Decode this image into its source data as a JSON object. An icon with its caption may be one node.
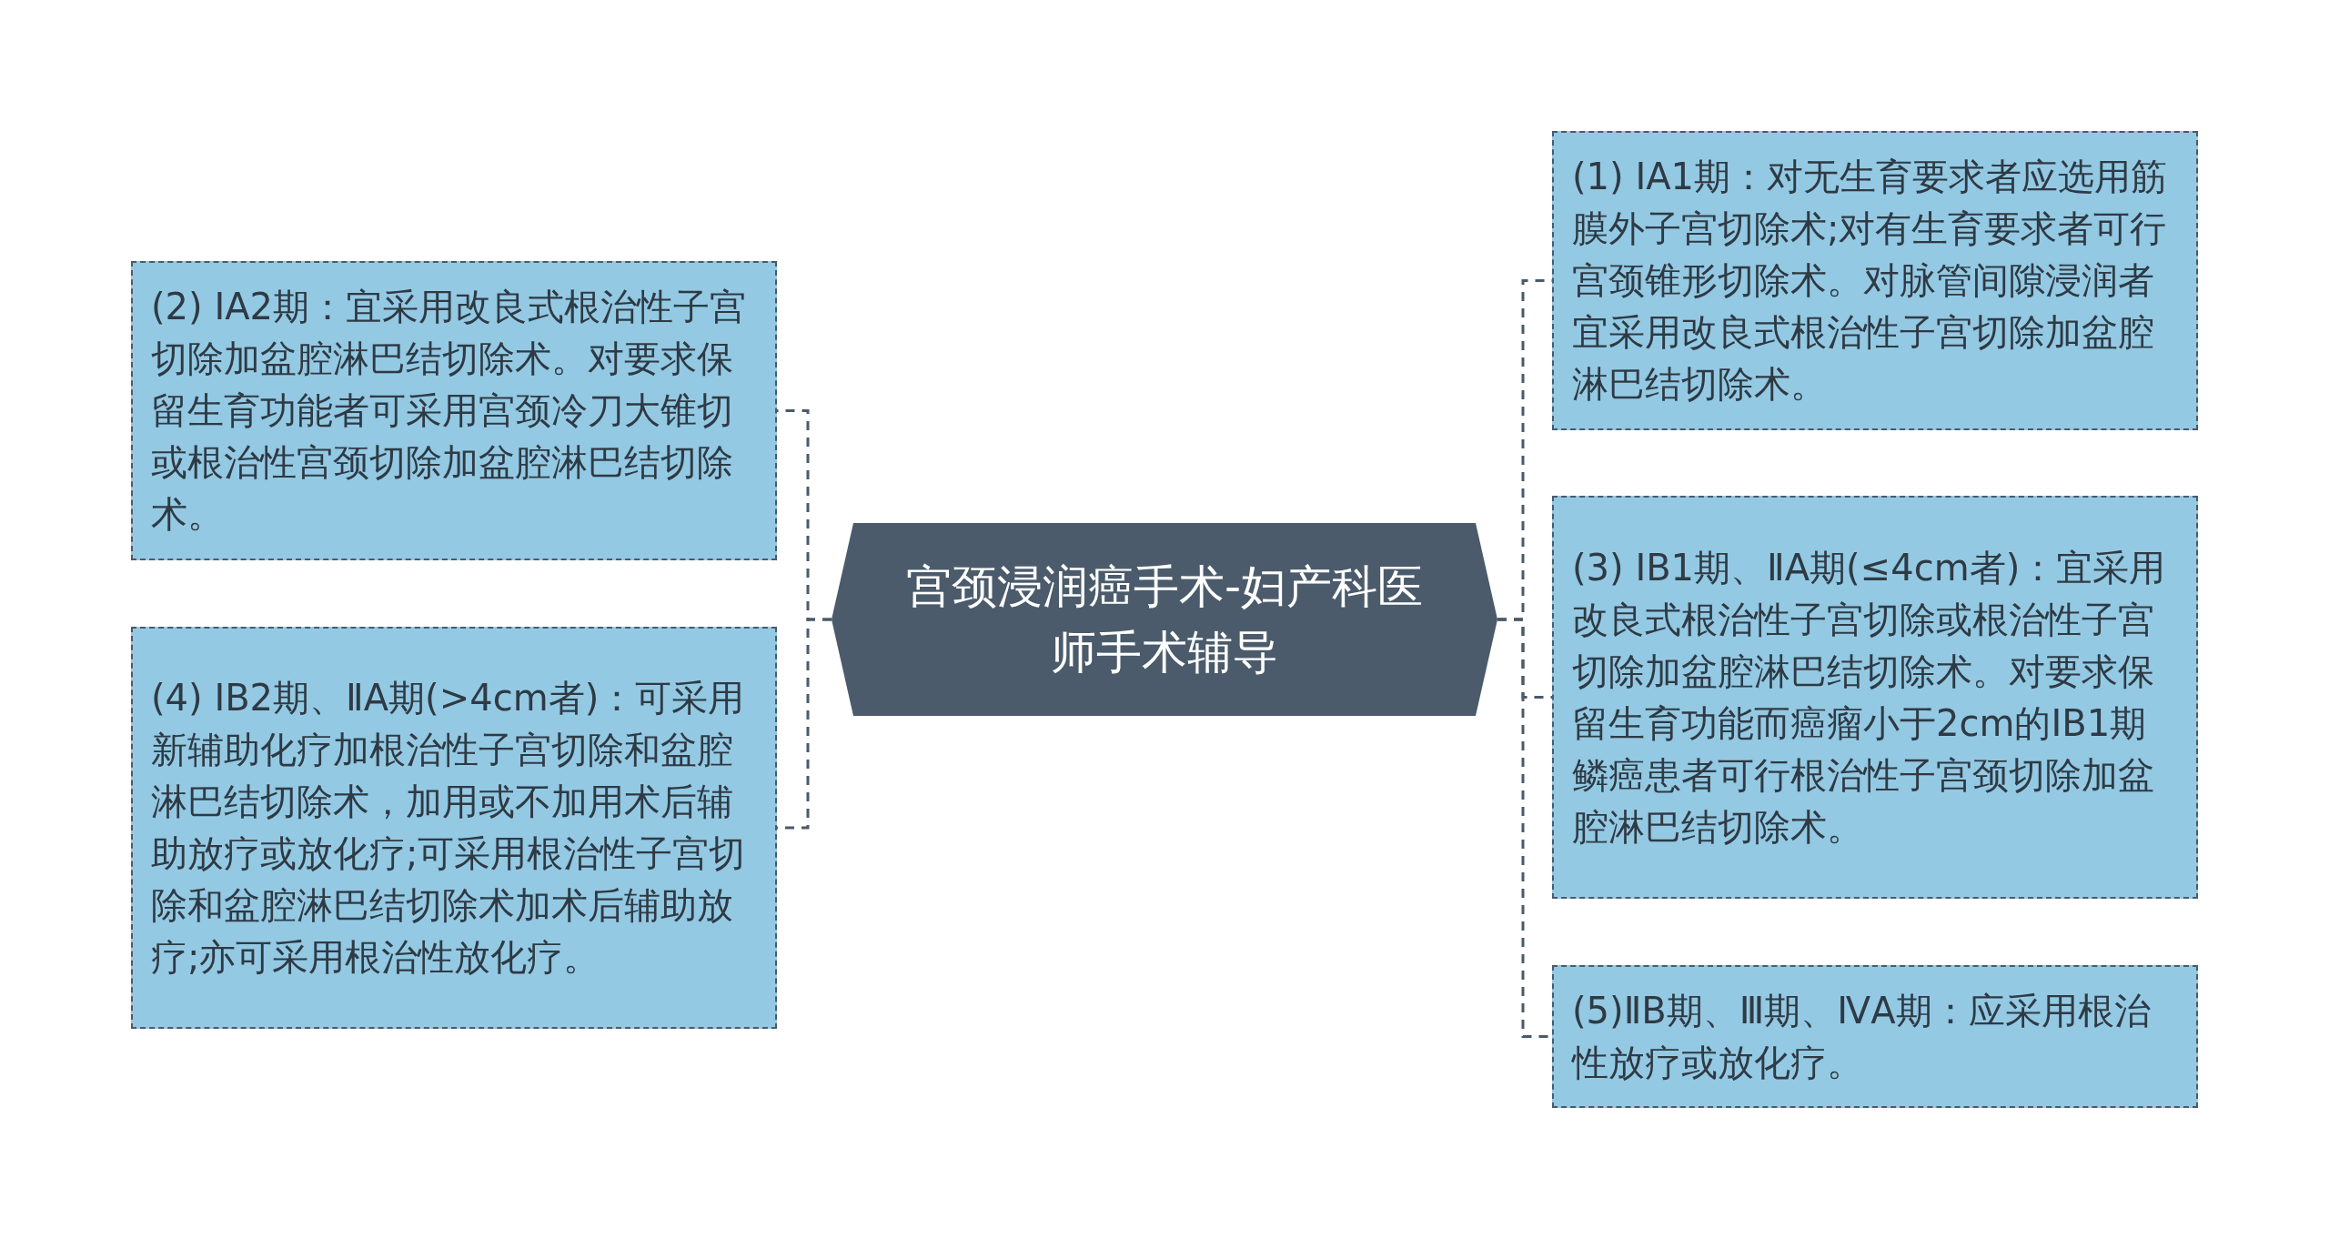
{
  "diagram": {
    "nodes": [
      {
        "text": [
          "宫颈浸润癌手术-妇产科医师手术辅导"
        ]
      },
      {
        "text": [
          "(2) ⅠA2期：宜采用改良式根治性子宫切除加盆腔淋巴结切除术。对要求保留生育功能者可采用宫颈冷刀大锥切或根治性宫颈切除加盆腔淋巴结切除术。"
        ]
      },
      {
        "text": [
          "(4) ⅠB2期、ⅡA期(>4cm者)：可采用新辅助化疗加根治性子宫切除和盆腔淋巴结切除术，加用或不加用术后辅助放疗或放化疗;可采用根治性子宫切除和盆腔淋巴结切除术加术后辅助放疗;亦可采用根治性放化疗。"
        ]
      },
      {
        "text": [
          "(1) ⅠA1期：对无生育要求者应选用筋膜外子宫切除术;对有生育要求者可行宫颈锥形切除术。对脉管间隙浸润者宜采用改良式根治性子宫切除加盆腔淋巴结切除术。"
        ]
      },
      {
        "text": [
          "(3) ⅠB1期、ⅡA期(≤4cm者)：宜采用改良式根治性子宫切除或根治性子宫切除加盆腔淋巴结切除术。对要求保留生育功能而癌瘤小于2cm的ⅠB1期鳞癌患者可行根治性子宫颈切除加盆腔淋巴结切除术。"
        ]
      },
      {
        "text": [
          "(5)ⅡB期、Ⅲ期、ⅣA期：应采用根治性放疗或放化疗。"
        ]
      }
    ],
    "edges": [
      {
        "from": 0,
        "to": 1,
        "arrow": "none",
        "style": "dashed"
      },
      {
        "from": 0,
        "to": 2,
        "arrow": "none",
        "style": "dashed"
      },
      {
        "from": 0,
        "to": 3,
        "arrow": "none",
        "style": "dashed"
      },
      {
        "from": 0,
        "to": 4,
        "arrow": "none",
        "style": "dashed"
      },
      {
        "from": 0,
        "to": 5,
        "arrow": "none",
        "style": "dashed"
      }
    ]
  }
}
